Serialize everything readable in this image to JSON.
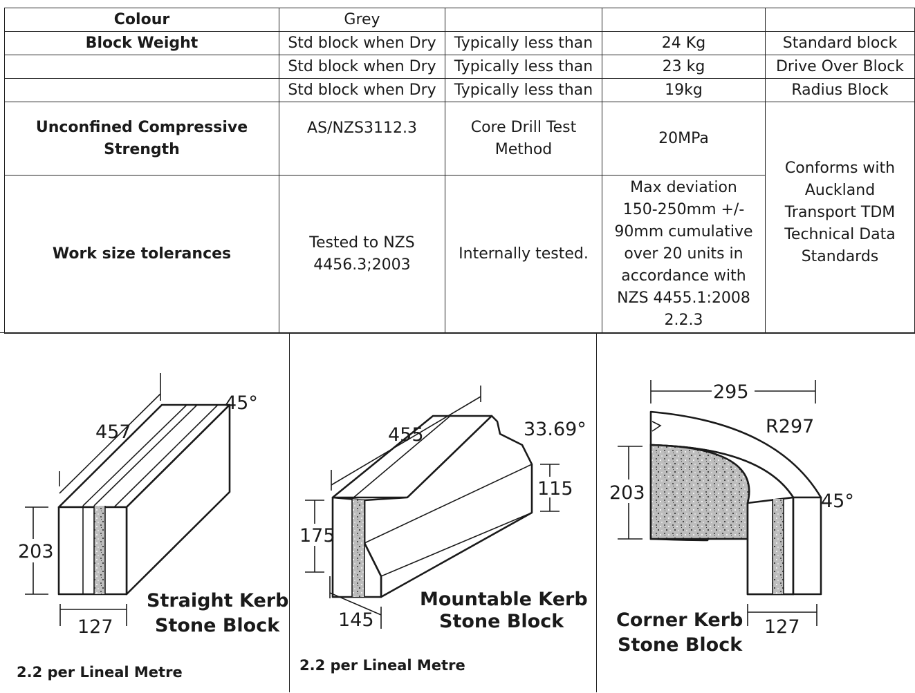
{
  "table": {
    "colour": {
      "label": "Colour",
      "value": "Grey"
    },
    "weight_label": "Block Weight",
    "weight_rows": [
      {
        "condition": "Std block when Dry",
        "qualifier": "Typically less than",
        "value": "24 Kg",
        "type": "Standard block"
      },
      {
        "condition": "Std block when Dry",
        "qualifier": "Typically less than",
        "value": "23 kg",
        "type": "Drive Over Block"
      },
      {
        "condition": "Std block when Dry",
        "qualifier": "Typically less than",
        "value": "19kg",
        "type": "Radius Block"
      }
    ],
    "strength": {
      "label_line1": "Unconfined Compressive",
      "label_line2": "Strength",
      "standard": "AS/NZS3112.3",
      "method_line1": "Core Drill Test",
      "method_line2": "Method",
      "value": "20MPa"
    },
    "tolerance": {
      "label": "Work size tolerances",
      "standard_line1": "Tested to NZS",
      "standard_line2": "4456.3;2003",
      "method": "Internally tested.",
      "detail_lines": [
        "Max deviation",
        "150-250mm +/-",
        "90mm cumulative",
        "over 20 units in",
        "accordance with",
        "NZS 4455.1:2008",
        "2.2.3"
      ]
    },
    "conformance_lines": [
      "Conforms with",
      "Auckland",
      "Transport TDM",
      "Technical Data",
      "Standards"
    ]
  },
  "diagrams": {
    "straight": {
      "length": "457",
      "angle": "45°",
      "height": "203",
      "width": "127",
      "title_line1": "Straight Kerb",
      "title_line2": "Stone Block",
      "per_metre": "2.2 per Lineal Metre"
    },
    "mountable": {
      "length": "455",
      "angle": "33.69°",
      "back_height": "115",
      "front_height": "175",
      "width": "145",
      "title_line1": "Mountable Kerb",
      "title_line2": "Stone Block",
      "per_metre": "2.2 per Lineal Metre"
    },
    "corner": {
      "width_top": "295",
      "radius": "R297",
      "height": "203",
      "angle": "45°",
      "width": "127",
      "title_line1": "Corner Kerb",
      "title_line2": "Stone Block"
    }
  }
}
